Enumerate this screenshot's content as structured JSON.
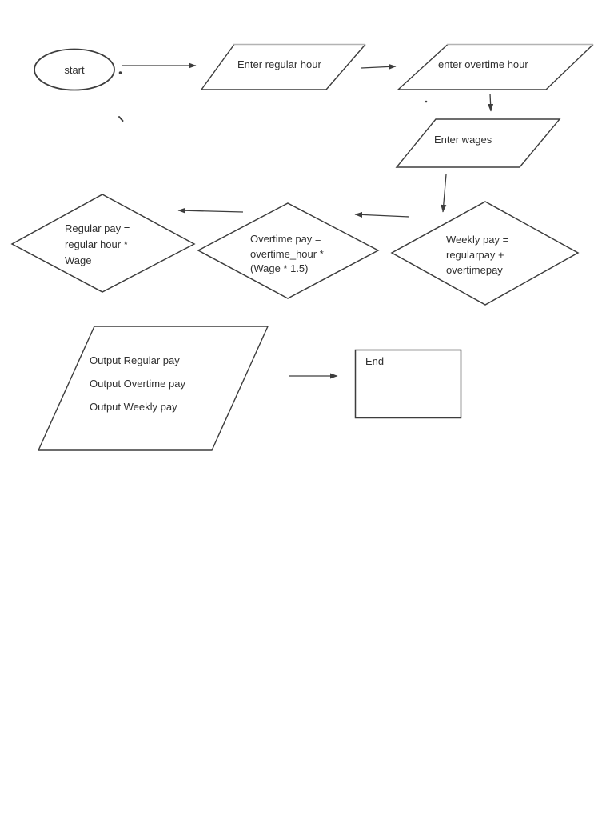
{
  "page": {
    "background": "#ffffff",
    "stroke_color": "#3d3d3d",
    "light_stroke_color": "#b3b3b3",
    "text_color": "#303030"
  },
  "flowchart": {
    "start": {
      "label": "start"
    },
    "enter_regular_hour": {
      "label": "Enter regular hour"
    },
    "enter_overtime_hour": {
      "label": "enter overtime hour"
    },
    "enter_wages": {
      "label": "Enter wages"
    },
    "weekly_pay": {
      "lines": [
        "Weekly pay =",
        "regularpay +",
        "overtimepay"
      ]
    },
    "overtime_pay": {
      "lines": [
        "Overtime pay =",
        "overtime_hour *",
        "(Wage * 1.5)"
      ]
    },
    "regular_pay": {
      "lines": [
        "Regular pay =",
        "regular hour *",
        "Wage"
      ]
    },
    "output": {
      "lines": [
        "Output Regular pay",
        "Output Overtime pay",
        "Output Weekly pay"
      ]
    },
    "end": {
      "label": "End"
    }
  }
}
